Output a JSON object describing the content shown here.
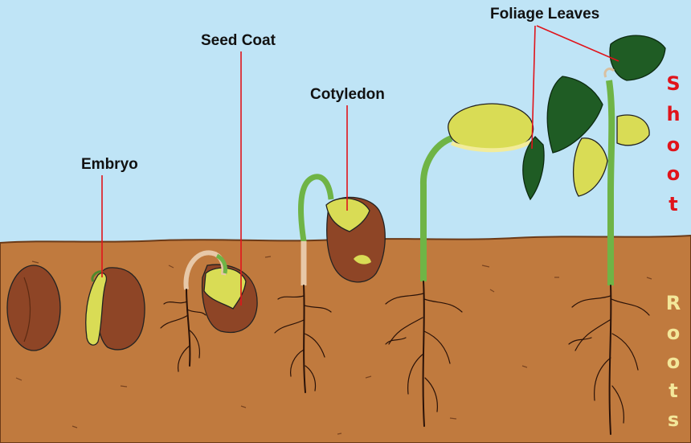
{
  "labels": {
    "embryo": "Embryo",
    "seed_coat": "Seed Coat",
    "cotyledon": "Cotyledon",
    "foliage_leaves": "Foliage Leaves"
  },
  "side_labels": {
    "shoot": [
      "S",
      "h",
      "o",
      "o",
      "t"
    ],
    "roots": [
      "R",
      "o",
      "o",
      "t",
      "s"
    ]
  },
  "colors": {
    "sky": "#bfe4f6",
    "soil": "#c07a3e",
    "seed": "#8e4526",
    "stem": "#6fb446",
    "cotyledon": "#d9dc55",
    "leaf": "#1f5c24",
    "leader": "#e0141b",
    "shoot_label": "#e0141b",
    "roots_label": "#f3e79a"
  }
}
